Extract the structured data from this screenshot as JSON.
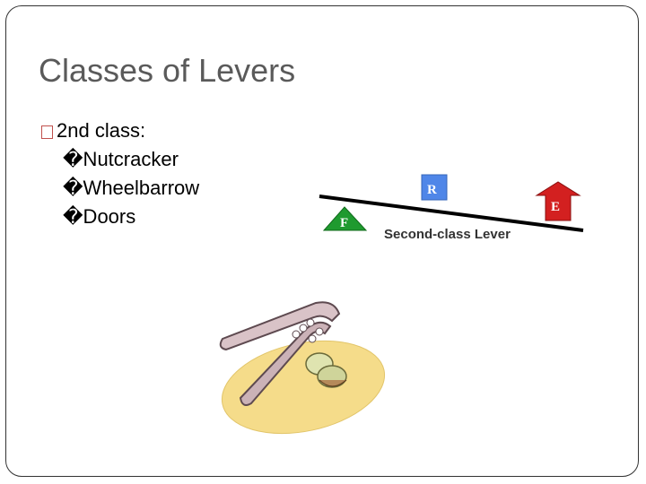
{
  "slide": {
    "title": "Classes of Levers",
    "main_bullet": "2nd class:",
    "sub_bullets": [
      "�Nutcracker",
      "�Wheelbarrow",
      "�Doors"
    ]
  },
  "lever_diagram": {
    "fulcrum_label": "F",
    "resistance_label": "R",
    "effort_label": "E",
    "caption": "Second-class Lever"
  },
  "colors": {
    "title": "#5a5a5a",
    "bullet_box": "#c0504d",
    "fulcrum": "#1f9a2f",
    "resistance": "#4f86e8",
    "effort": "#d32020",
    "nutcracker_plate": "#f5dc8a"
  },
  "icons": [
    "nutcracker-clipart",
    "lever-diagram"
  ]
}
